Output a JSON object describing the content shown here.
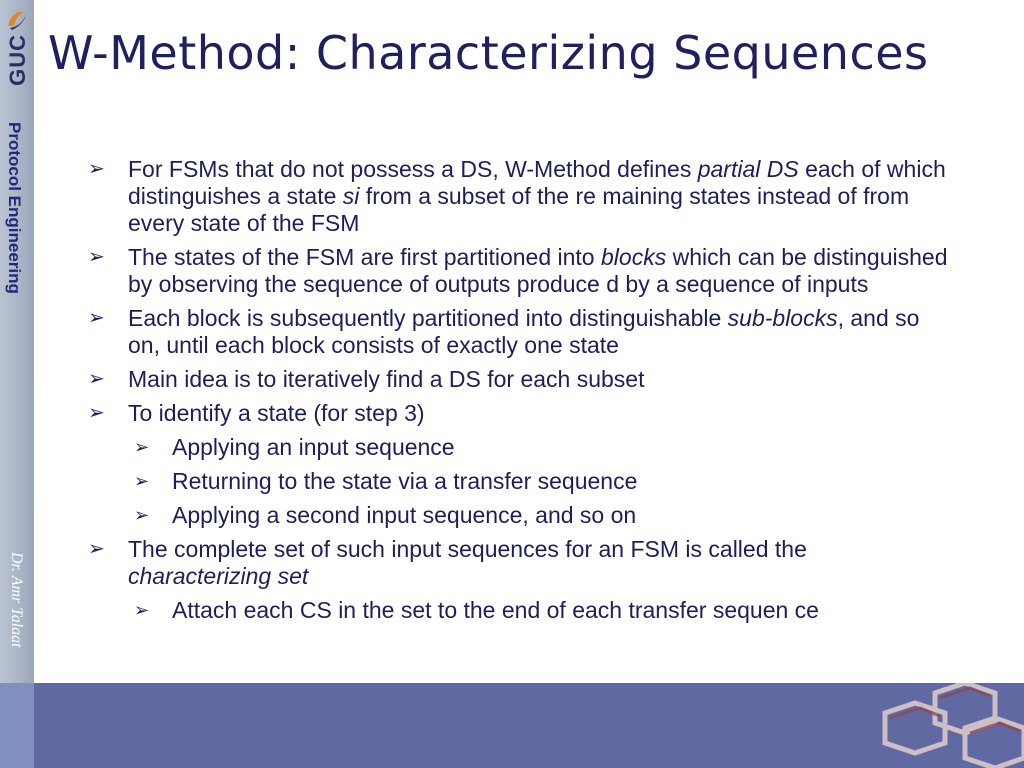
{
  "sidebar": {
    "logo_text": "GUC",
    "course": "Protocol Engineering",
    "author": "Dr. Amr Talaat"
  },
  "slide": {
    "title": "W-Method: Characterizing Sequences",
    "bullet_glyph": "➢",
    "bullets": [
      {
        "t1": "For FSMs that do not possess a DS, W-Method defines ",
        "i1": "partial DS",
        "t2": " each of which distinguishes a state ",
        "i2": "si",
        "t3": " from a subset of the re maining states instead of from every state of the FSM"
      },
      {
        "t1": "The states of the FSM are first partitioned into ",
        "i1": "blocks",
        "t2": " which can be distinguished by observing the sequence of outputs produce d by a sequence of inputs"
      },
      {
        "t1": " Each block is subsequently partitioned into distinguishable ",
        "i1": "sub-blocks",
        "t2": ", and so on, until each block consists of exactly one state"
      },
      {
        "t1": "Main idea is to iteratively find a DS for each subset"
      },
      {
        "t1": "To identify a state (for step 3)"
      },
      {
        "t1": "Applying an input sequence"
      },
      {
        "t1": "Returning to the state via a transfer sequence"
      },
      {
        "t1": "Applying a second input sequence, and so on"
      },
      {
        "t1": " The complete set of such input sequences for an FSM is called the ",
        "i1": "characterizing set"
      },
      {
        "t1": "Attach each CS in the set to the end of each transfer sequen ce"
      }
    ]
  },
  "colors": {
    "title": "#20205e",
    "text": "#1e1e5a",
    "sidebar": "#a8b3c6",
    "footer": "#6069a2"
  }
}
